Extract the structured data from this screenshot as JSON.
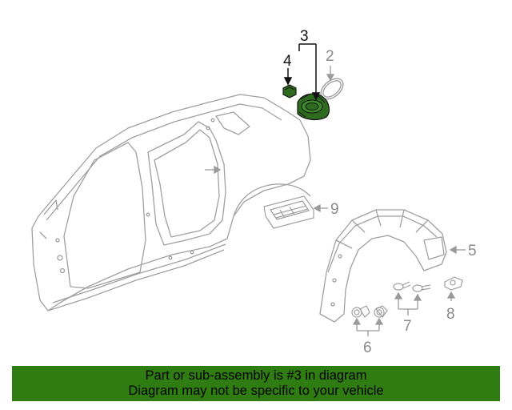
{
  "callouts": {
    "c2": "2",
    "c3": "3",
    "c4": "4",
    "c5": "5",
    "c6": "6",
    "c7": "7",
    "c8": "8",
    "c9": "9"
  },
  "banner": {
    "line1": "Part or sub-assembly is #3 in diagram",
    "line2": "Diagram may not be specific to your vehicle"
  },
  "colors": {
    "banner_bg": "#2f7d12",
    "highlight_part": "#2e6b1e",
    "line_art": "#9a9a9a"
  }
}
